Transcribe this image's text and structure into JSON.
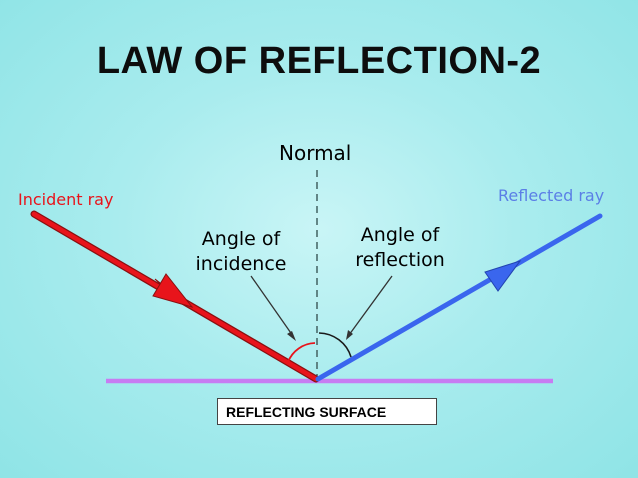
{
  "title": "LAW OF REFLECTION-2",
  "labels": {
    "normal": "Normal",
    "incident_ray": "Incident ray",
    "reflected_ray": "Reflected ray",
    "angle_of_incidence_line1": "Angle of",
    "angle_of_incidence_line2": "incidence",
    "angle_of_reflection_line1": "Angle of",
    "angle_of_reflection_line2": "reflection",
    "surface": "REFLECTING SURFACE"
  },
  "colors": {
    "background": "#a9ecee",
    "incident_ray": "#e8141b",
    "reflected_ray": "#3a66ee",
    "surface": "#c77cf2",
    "normal": "#4a6a6a"
  }
}
